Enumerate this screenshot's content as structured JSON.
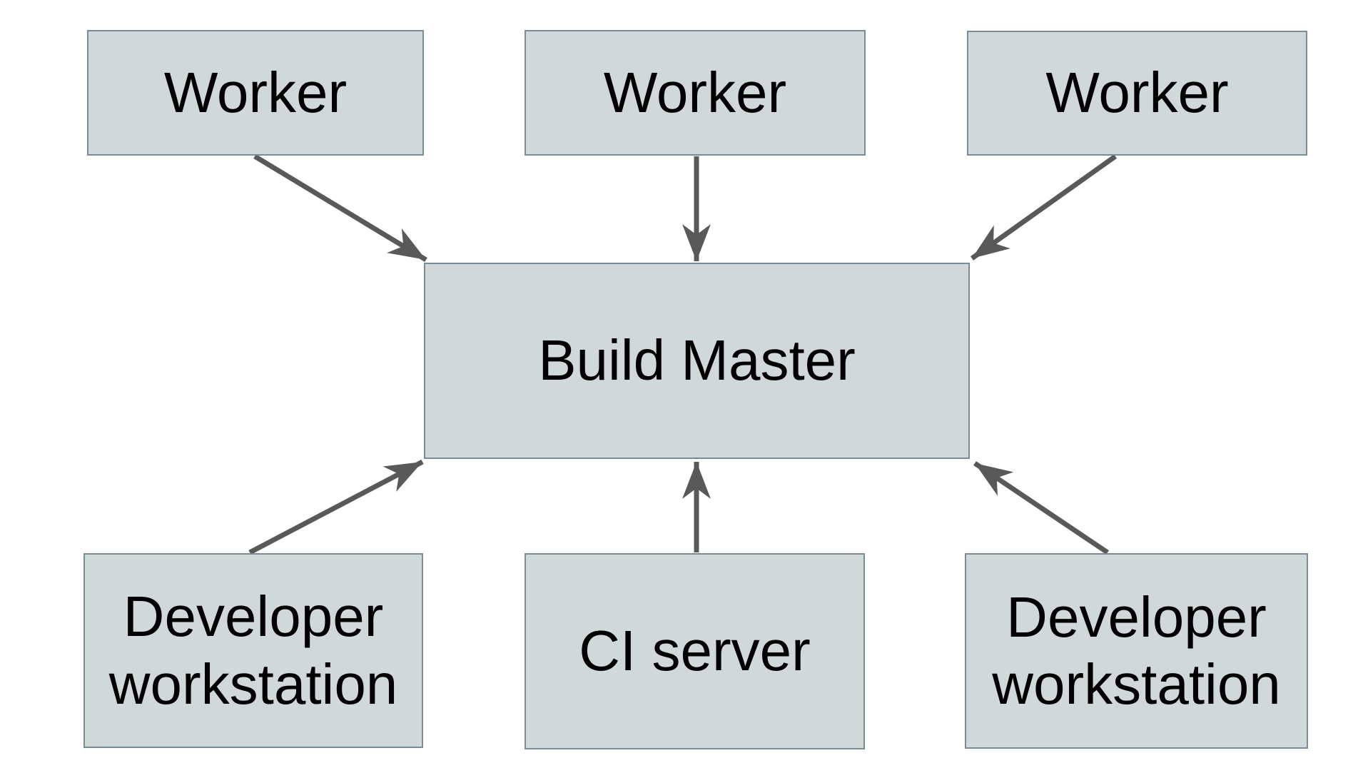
{
  "diagram": {
    "description": "Build Master architecture diagram",
    "nodes": [
      {
        "id": "worker-1",
        "label": "Worker"
      },
      {
        "id": "worker-2",
        "label": "Worker"
      },
      {
        "id": "worker-3",
        "label": "Worker"
      },
      {
        "id": "build-master",
        "label": "Build Master"
      },
      {
        "id": "developer-workstation-1",
        "label": "Developer workstation"
      },
      {
        "id": "ci-server",
        "label": "CI server"
      },
      {
        "id": "developer-workstation-2",
        "label": "Developer workstation"
      }
    ],
    "edges": [
      {
        "from": "worker-1",
        "to": "build-master"
      },
      {
        "from": "worker-2",
        "to": "build-master"
      },
      {
        "from": "worker-3",
        "to": "build-master"
      },
      {
        "from": "developer-workstation-1",
        "to": "build-master"
      },
      {
        "from": "ci-server",
        "to": "build-master"
      },
      {
        "from": "developer-workstation-2",
        "to": "build-master"
      }
    ]
  },
  "colors": {
    "box_fill": "#d0d8da",
    "box_border": "#7a8c96",
    "arrow": "#595959",
    "text": "#000000",
    "background": "#ffffff"
  }
}
